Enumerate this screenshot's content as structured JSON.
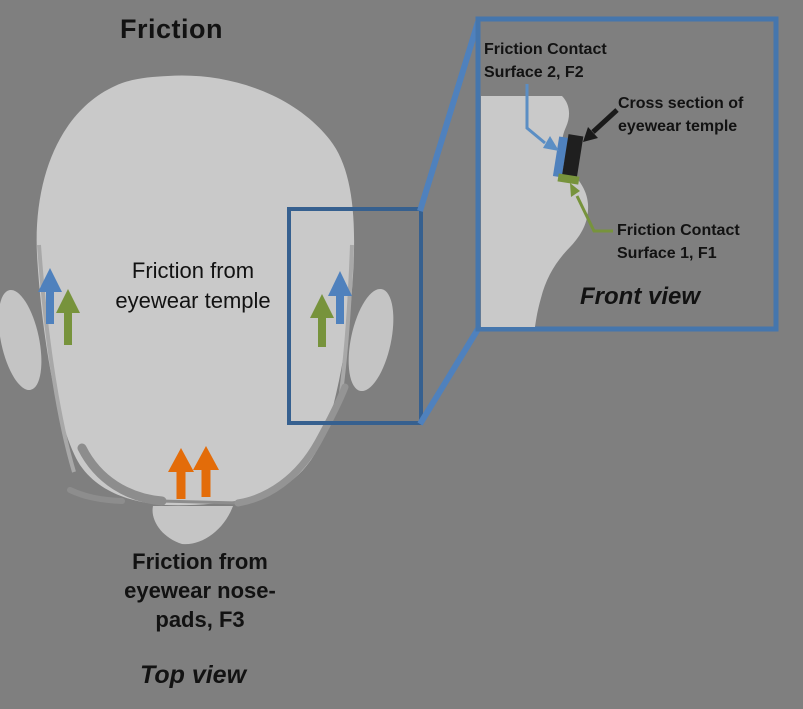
{
  "title": "Friction",
  "top_view": {
    "temple_label_line1": "Friction from",
    "temple_label_line2": "eyewear temple",
    "nose_label_line1": "Friction from",
    "nose_label_line2": "eyewear nose-",
    "nose_label_line3": "pads, F3",
    "caption": "Top view"
  },
  "inset": {
    "surface2_line1": "Friction Contact",
    "surface2_line2": "Surface 2, F2",
    "cross_section_line1": "Cross section of",
    "cross_section_line2": "eyewear temple",
    "surface1_line1": "Friction Contact",
    "surface1_line2": "Surface 1, F1",
    "caption": "Front view"
  },
  "colors": {
    "background": "#7f7f7f",
    "head": "#c9c9c9",
    "ear": "#c4c4c4",
    "nose": "#c5c5c5",
    "eyewear_gray": "#8d8d8d",
    "arrow_blue": "#4f81bd",
    "arrow_green": "#77933c",
    "arrow_orange": "#e36c09",
    "callout_border": "#36608f",
    "connector_blue": "#4f81bd",
    "inset_border": "#4576ad",
    "inset_fill": "#7f7f7f",
    "temple_black": "#1f1f1f",
    "text": "#121212"
  }
}
